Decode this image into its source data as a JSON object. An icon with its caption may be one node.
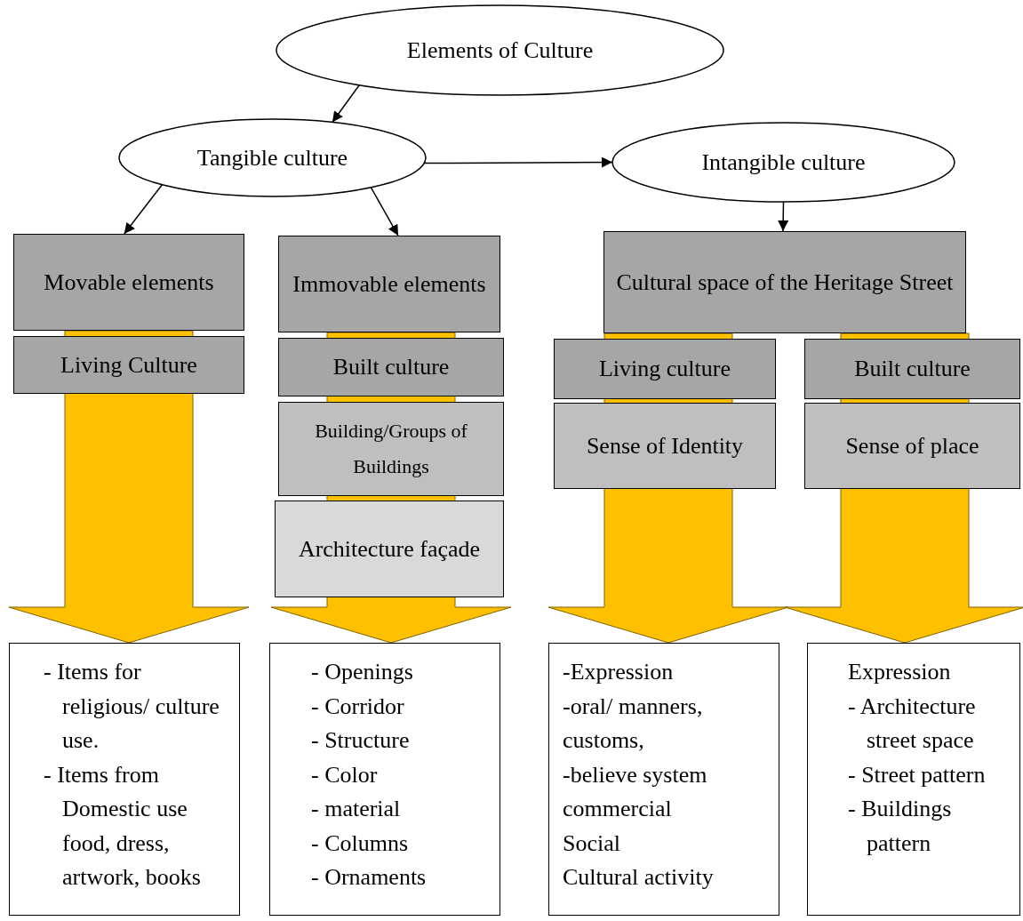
{
  "diagram": {
    "nodes": [
      {
        "text": [
          "Elements of Culture"
        ]
      },
      {
        "text": [
          "Tangible culture"
        ]
      },
      {
        "text": [
          "Intangible culture"
        ]
      },
      {
        "text": [
          "Movable elements"
        ]
      },
      {
        "text": [
          "Living Culture"
        ]
      },
      {
        "text": [
          "Immovable elements"
        ]
      },
      {
        "text": [
          "Built culture"
        ]
      },
      {
        "text": [
          "Building/Groups of Buildings"
        ]
      },
      {
        "text": [
          "Architecture façade"
        ]
      },
      {
        "text": [
          "Cultural space of the Heritage Street"
        ]
      },
      {
        "text": [
          "Living culture"
        ]
      },
      {
        "text": [
          "Built culture"
        ]
      },
      {
        "text": [
          "Sense of Identity"
        ]
      },
      {
        "text": [
          "Sense of place"
        ]
      },
      {
        "text": [
          "- Items for religious/ culture use.",
          "- Items from Domestic use food, dress, artwork, books"
        ]
      },
      {
        "text": [
          "- Openings",
          "- Corridor",
          "- Structure",
          "- Color",
          "- material",
          "- Columns",
          "- Ornaments"
        ]
      },
      {
        "text": [
          "-Expression",
          "-oral/ manners, customs,",
          "-believe system",
          "commercial",
          "Social",
          "Cultural activity"
        ]
      },
      {
        "text": [
          "Expression",
          "- Architecture street space",
          "- Street pattern",
          "- Buildings pattern"
        ]
      }
    ],
    "edges": [
      {
        "from": 0,
        "to": 1,
        "arrow": "to"
      },
      {
        "from": 1,
        "to": 2,
        "arrow": "to"
      },
      {
        "from": 1,
        "to": 3,
        "arrow": "to"
      },
      {
        "from": 1,
        "to": 5,
        "arrow": "to"
      },
      {
        "from": 2,
        "to": 9,
        "arrow": "to"
      },
      {
        "from": 3,
        "to": 14,
        "arrow": "to",
        "style": "thick",
        "color": "#ffc000"
      },
      {
        "from": 5,
        "to": 15,
        "arrow": "to",
        "style": "thick",
        "color": "#ffc000"
      },
      {
        "from": 9,
        "to": 16,
        "arrow": "to",
        "style": "thick",
        "color": "#ffc000"
      },
      {
        "from": 9,
        "to": 17,
        "arrow": "to",
        "style": "thick",
        "color": "#ffc000"
      }
    ]
  }
}
